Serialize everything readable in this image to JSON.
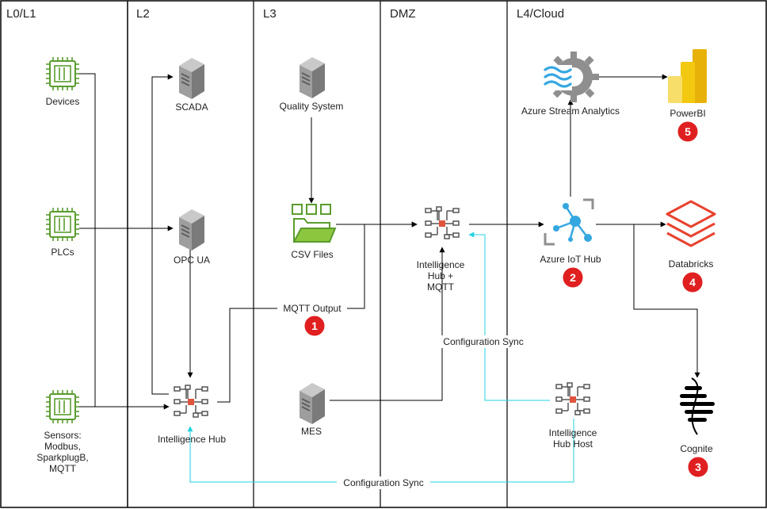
{
  "zones": [
    "L0/L1",
    "L2",
    "L3",
    "DMZ",
    "L4/Cloud"
  ],
  "nodes": {
    "devices": "Devices",
    "plcs": "PLCs",
    "sensors": [
      "Sensors:",
      "Modbus,",
      "SparkplugB,",
      "MQTT"
    ],
    "scada": "SCADA",
    "opcua": "OPC UA",
    "ihub_l2": "Intelligence Hub",
    "quality": "Quality System",
    "csv": "CSV Files",
    "mes": "MES",
    "ihub_dmz": [
      "Intelligence",
      "Hub +",
      "MQTT"
    ],
    "asa": "Azure Stream Analytics",
    "powerbi": "PowerBI",
    "iothub": "Azure IoT Hub",
    "databricks": "Databricks",
    "cognite": "Cognite",
    "ihub_host": [
      "Intelligence",
      "Hub Host"
    ]
  },
  "edge_labels": {
    "mqtt_output": "MQTT Output",
    "config_sync_top": "Configuration Sync",
    "config_sync_bottom": "Configuration Sync"
  },
  "badges": {
    "mqtt_output": "1",
    "iothub": "2",
    "cognite": "3",
    "databricks": "4",
    "powerbi": "5"
  },
  "colors": {
    "chip": "#5a9c2e",
    "server": "#8a8a8a",
    "hub": "#555555",
    "hub_core": "#e0533d",
    "badge": "#e02020",
    "sync_line": "#22d3e0",
    "azure_blue": "#35a7e0",
    "databricks": "#e8432f",
    "powerbi_yellow": "#f2c811"
  }
}
